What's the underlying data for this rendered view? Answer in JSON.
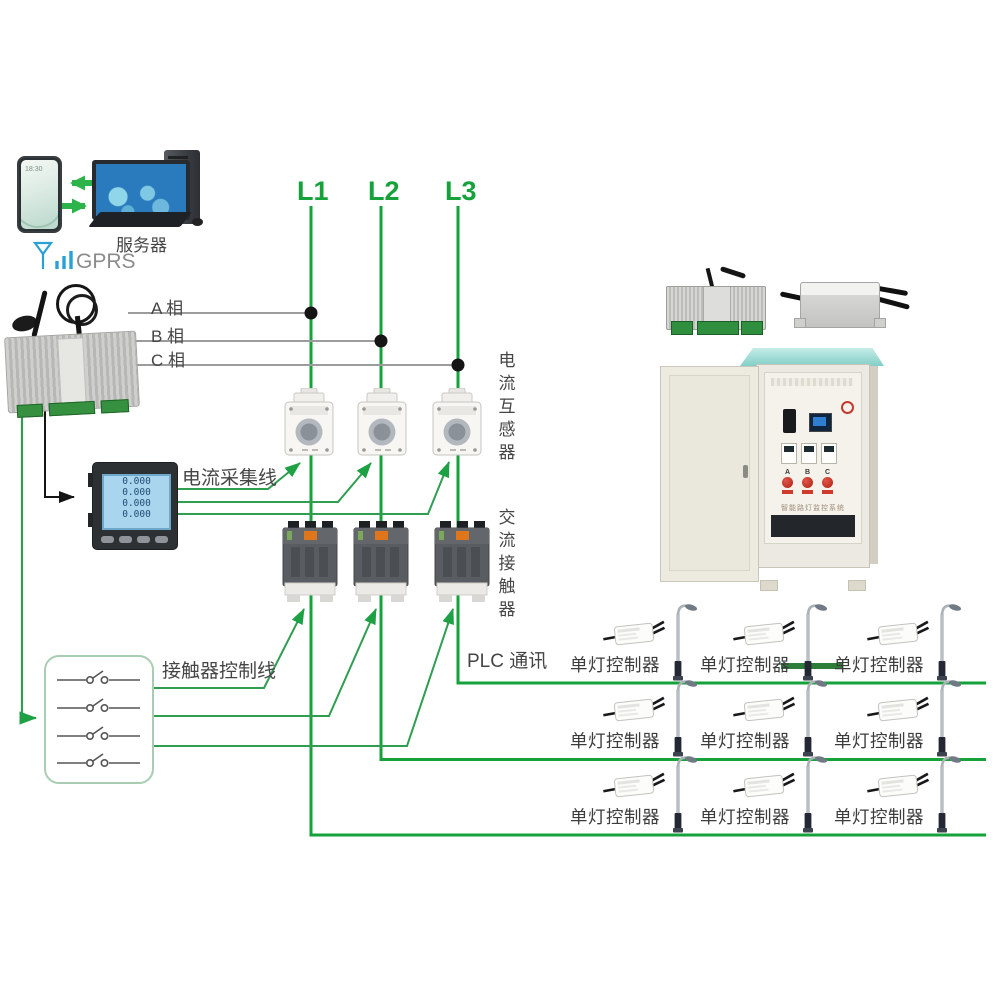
{
  "colors": {
    "line_green": "#16a23b",
    "thin_green": "#2f9e51",
    "phase_gray": "#9c9c9c",
    "arrow_green": "#2cb34a",
    "gprs_blue": "#2aa0d8",
    "cabinet_teal": "#84cfc8"
  },
  "top_left": {
    "phone_time": "18:30",
    "server_label": "服务器",
    "gprs_label": "GPRS"
  },
  "power": {
    "feeders": [
      "L1",
      "L2",
      "L3"
    ],
    "phases": [
      "A 相",
      "B 相",
      "C 相"
    ]
  },
  "labels": {
    "current_transformer": "电流互感器",
    "ac_contactor": "交流接触器",
    "current_sampling_line": "电流采集线",
    "contactor_control_line": "接触器控制线",
    "plc_comm": "PLC 通讯",
    "lamp_controller": "单灯控制器"
  },
  "meter": {
    "display_rows": [
      "0.000",
      "0.000",
      "0.000",
      "0.000"
    ]
  },
  "cabinet": {
    "panel_label": "智能路灯监控系统",
    "phase_marks": [
      "A",
      "B",
      "C"
    ]
  }
}
